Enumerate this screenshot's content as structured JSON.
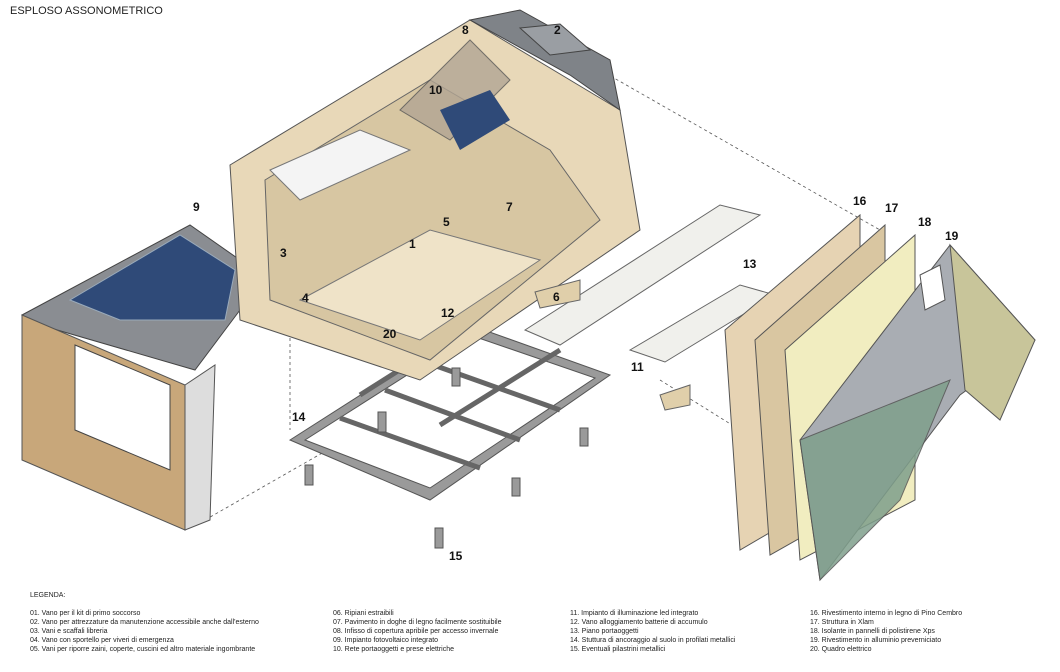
{
  "title": "ESPLOSO ASSONOMETRICO",
  "callouts": [
    "1",
    "2",
    "3",
    "4",
    "5",
    "6",
    "7",
    "8",
    "9",
    "10",
    "11",
    "12",
    "13",
    "14",
    "15",
    "16",
    "17",
    "18",
    "19",
    "20"
  ],
  "legend": {
    "heading": "LEGENDA:",
    "columns": [
      [
        "01. Vano per il kit di primo soccorso",
        "02. Vano per attrezzature da manutenzione accessibile anche dall'esterno",
        "03. Vani e scaffali libreria",
        "04. Vano con sportello per viveri di emergenza",
        "05. Vani per riporre zaini, coperte, cuscini ed altro materiale ingombrante"
      ],
      [
        "06. Ripiani estraibili",
        "07. Pavimento in doghe di legno facilmente sostituibile",
        "08. Infisso di copertura apribile per accesso invernale",
        "09. Impianto fotovoltaico integrato",
        "10. Rete portaoggetti e prese elettriche"
      ],
      [
        "11. Impianto di illuminazione led integrato",
        "12. Vano alloggiamento batterie di accumulo",
        "13. Piano portaoggetti",
        "14. Stuttura di ancoraggio al suolo in profilati metallici",
        "15. Eventuali pilastrini metallici"
      ],
      [
        "16. Rivestimento interno in legno di Pino Cembro",
        "17. Struttura in Xlam",
        "18. Isolante in pannelli di polistirene Xps",
        "19. Rivestimento in alluminio preverniciato",
        "20. Quadro elettrico"
      ]
    ]
  }
}
